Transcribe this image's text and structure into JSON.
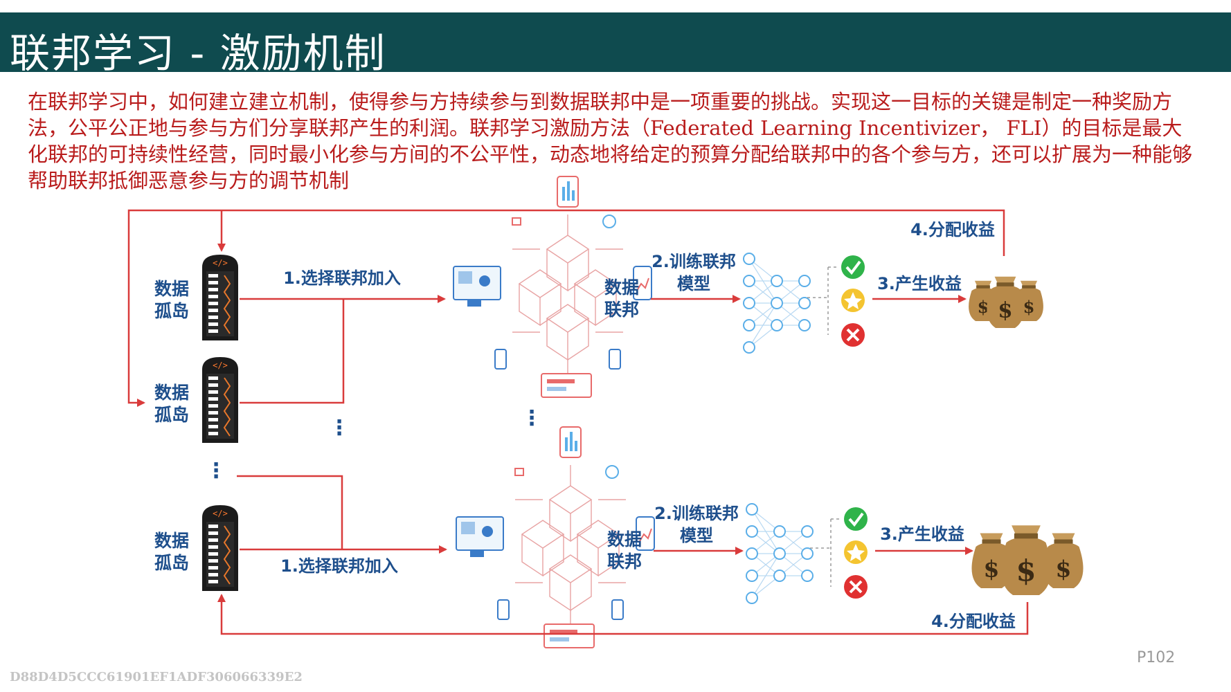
{
  "title": "联邦学习 - 激励机制",
  "intro": "在联邦学习中，如何建立建立机制，使得参与方持续参与到数据联邦中是一项重要的挑战。实现这一目标的关键是制定一种奖励方法，公平公正地与参与方们分享联邦产生的利润。联邦学习激励方法（Federated Learning Incentivizer， FLI）的目标是最大化联邦的可持续性经营，同时最小化参与方间的不公平性，动态地将给定的预算分配给联邦中的各个参与方，还可以扩展为一种能够帮助联邦抵御恶意参与方的调节机制",
  "diagram": {
    "island_line1": "数据",
    "island_line2": "孤岛",
    "fed_line1": "数据",
    "fed_line2": "联邦",
    "step1": "1.选择联邦加入",
    "step2_line1": "2.训练联邦",
    "step2_line2": "模型",
    "step3": "3.产生收益",
    "step4": "4.分配收益",
    "dots": "⋮"
  },
  "page_number": "P102",
  "watermark": "D88D4D5CCC61901EF1ADF306066339E2",
  "colors": {
    "title_bar": "#0f4b4f",
    "intro_text": "#b91c1c",
    "arrow": "#d93b3b",
    "label": "#1e4f8c",
    "check": "#2fb34a",
    "star": "#f4c430",
    "cross": "#e03131",
    "money_bag": "#b88a4a"
  }
}
